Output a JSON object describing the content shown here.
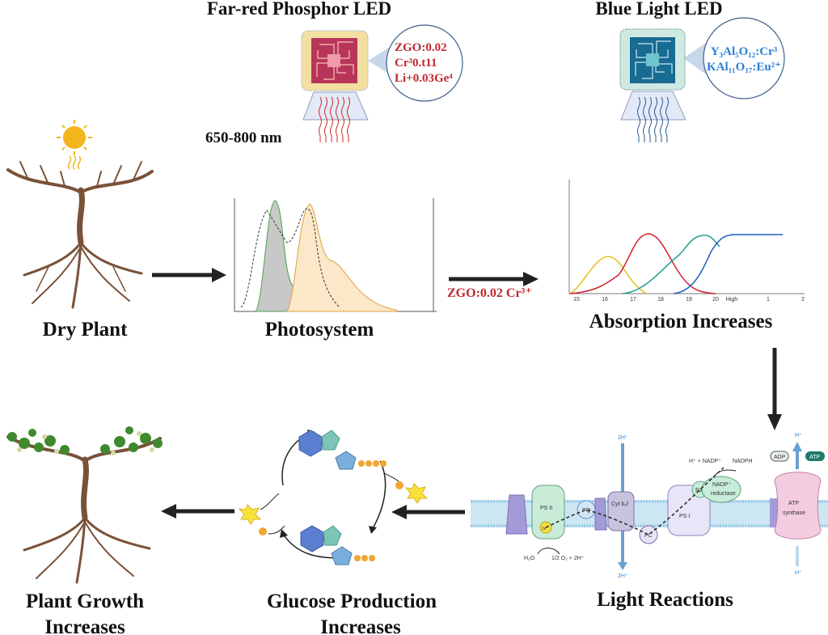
{
  "far_red_led": {
    "title": "Far-red Phosphor LED",
    "formula_lines": [
      "ZGO:0.02",
      "Cr³0.t11",
      "Li+0.03Ge⁴"
    ],
    "wavelength": "650-800 nm",
    "color": "#c0282d"
  },
  "blue_led": {
    "title": "Blue Light LED",
    "formula_lines": [
      "Y₃Al₅O₁₂:Cr³",
      "KAl₁₁O₁₇:Eu²⁺"
    ],
    "color": "#2a7fd6"
  },
  "stages": {
    "dry_plant": "Dry Plant",
    "photosystem": "Photosystem",
    "absorption": "Absorption Increases",
    "light_reactions": "Light Reactions",
    "glucose_line1": "Glucose Production",
    "glucose_line2": "Increases",
    "growth_line1": "Plant Growth",
    "growth_line2": "Increases"
  },
  "arrow_label": "ZGO:0.02 Cr³⁺",
  "absorption_chart": {
    "x_ticks": [
      "15",
      "16",
      "17",
      "18",
      "19",
      "20",
      "High",
      "1",
      "2"
    ],
    "series_colors": [
      "#e8c020",
      "#d02030",
      "#20a090",
      "#2060c0"
    ]
  },
  "light_reactions": {
    "ps2": "PS II",
    "ps1": "PS I",
    "pq": "PQ",
    "pc": "PC",
    "cyt": "Cyt b₆f",
    "fd": "Fd",
    "nadp_reductase_1": "NADP⁺",
    "nadp_reductase_2": "reductase",
    "atp_synthase_1": "ATP",
    "atp_synthase_2": "synthase",
    "electron": "2e⁻",
    "water": "H₂O",
    "oxygen": "1/2 O₂ + 2H⁺",
    "proton_top": "2H⁺",
    "proton_bottom": "2H⁺",
    "nadp_in": "H⁺ + NADP⁺",
    "nadph": "NADPH",
    "adp": "ADP",
    "atp": "ATP",
    "h_top": "H⁺",
    "h_bottom": "H⁺"
  }
}
